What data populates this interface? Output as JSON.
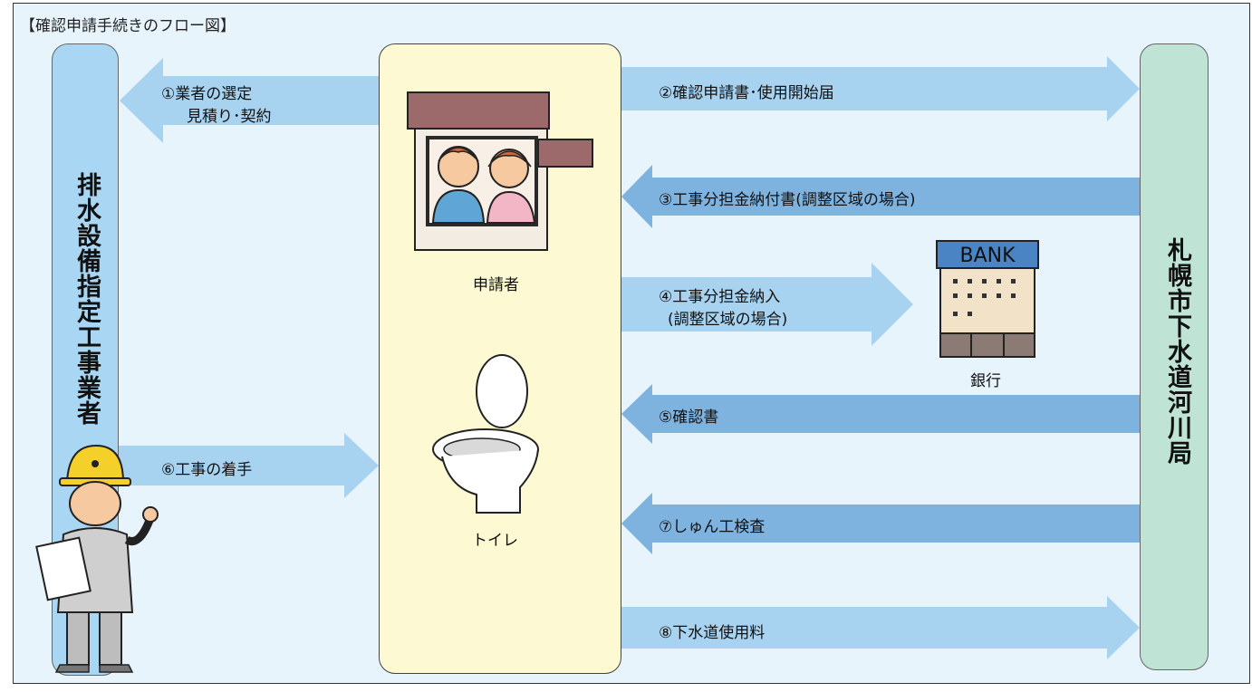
{
  "title": "【確認申請手続きのフロー図】",
  "actors": {
    "contractor": "排水設備指定工事業者",
    "bureau": "札幌市下水道河川局",
    "applicant": "申請者",
    "toilet": "トイレ",
    "bank": "銀行",
    "bank_sign": "BANK"
  },
  "steps": {
    "s1_line1": "①業者の選定",
    "s1_line2": "見積り･契約",
    "s2": "②確認申請書･使用開始届",
    "s3": "③工事分担金納付書(調整区域の場合)",
    "s4_line1": "④工事分担金納入",
    "s4_line2": "(調整区域の場合)",
    "s5": "⑤確認書",
    "s6": "⑥工事の着手",
    "s7": "⑦しゅん工検査",
    "s8": "⑧下水道使用料"
  },
  "colors": {
    "arrow_light": "#a8d3f0",
    "arrow_dark": "#7fb3df",
    "left_pillar": "#a9d6f2",
    "right_pillar": "#bfe3d4",
    "center_box": "#fdf9d3",
    "background": "#e8f4fb"
  }
}
